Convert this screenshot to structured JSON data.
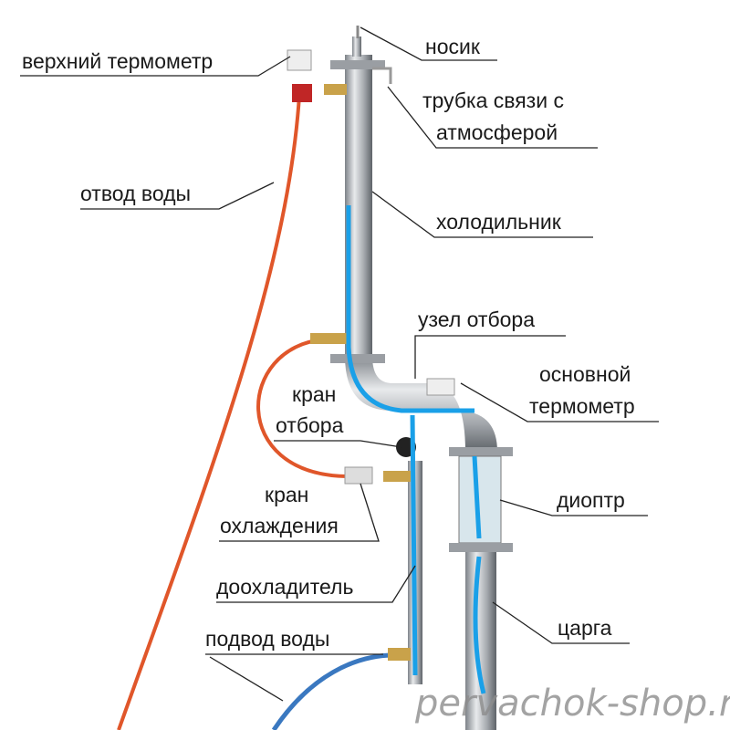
{
  "labels": {
    "nosik": "носик",
    "top_thermometer": "верхний термометр",
    "vent_tube_1": "трубка связи с",
    "vent_tube_2": "атмосферой",
    "water_out": "отвод воды",
    "condenser": "холодильник",
    "takeoff_unit": "узел отбора",
    "main_thermo_1": "основной",
    "main_thermo_2": "термометр",
    "takeoff_valve_1": "кран",
    "takeoff_valve_2": "отбора",
    "dioptr": "диоптр",
    "cooling_valve_1": "кран",
    "cooling_valve_2": "охлаждения",
    "aftercooler": "доохладитель",
    "tsarga": "царга",
    "water_in": "подвод воды"
  },
  "watermark": "pervachok-shop.ru",
  "colors": {
    "water_hose_out": "#e0562a",
    "water_hose_in": "#3a78c0",
    "liquid": "#1aa0e8",
    "steel": "#b8bcc0"
  }
}
